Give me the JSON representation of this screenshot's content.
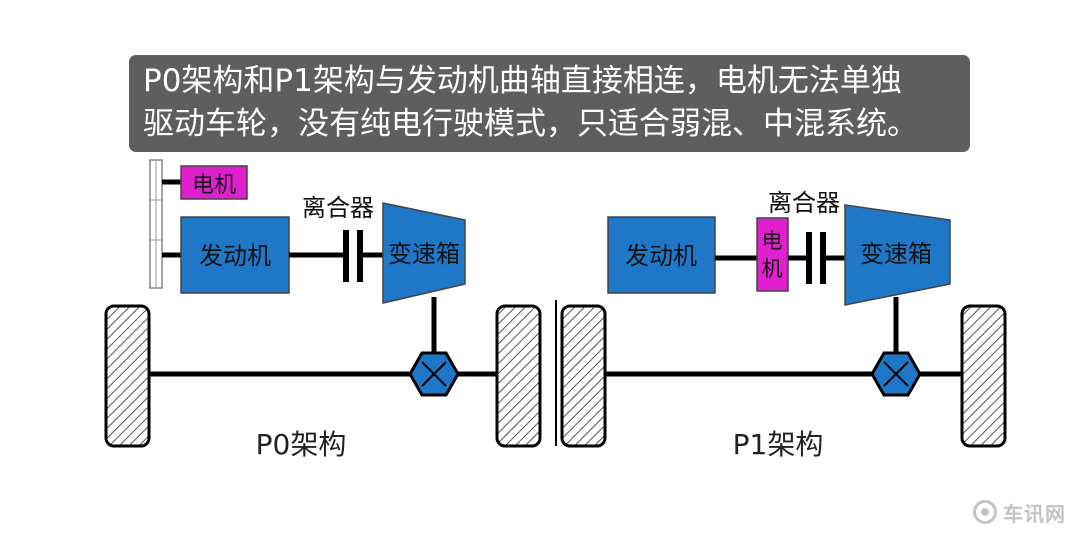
{
  "caption": {
    "line1": "P0架构和P1架构与发动机曲轴直接相连，电机无法单独",
    "line2": "驱动车轮，没有纯电行驶模式，只适合弱混、中混系统。"
  },
  "p0": {
    "title": "P0架构",
    "motor": "电机",
    "engine": "发动机",
    "clutch": "离合器",
    "gearbox": "变速箱"
  },
  "p1": {
    "title": "P1架构",
    "motor_line1": "电",
    "motor_line2": "机",
    "engine": "发动机",
    "clutch": "离合器",
    "gearbox": "变速箱"
  },
  "colors": {
    "blue": "#1f77c8",
    "magenta": "#e01fcf",
    "line": "#000000"
  },
  "watermark": {
    "logo": "circle-logo-icon",
    "text": "车讯网"
  }
}
